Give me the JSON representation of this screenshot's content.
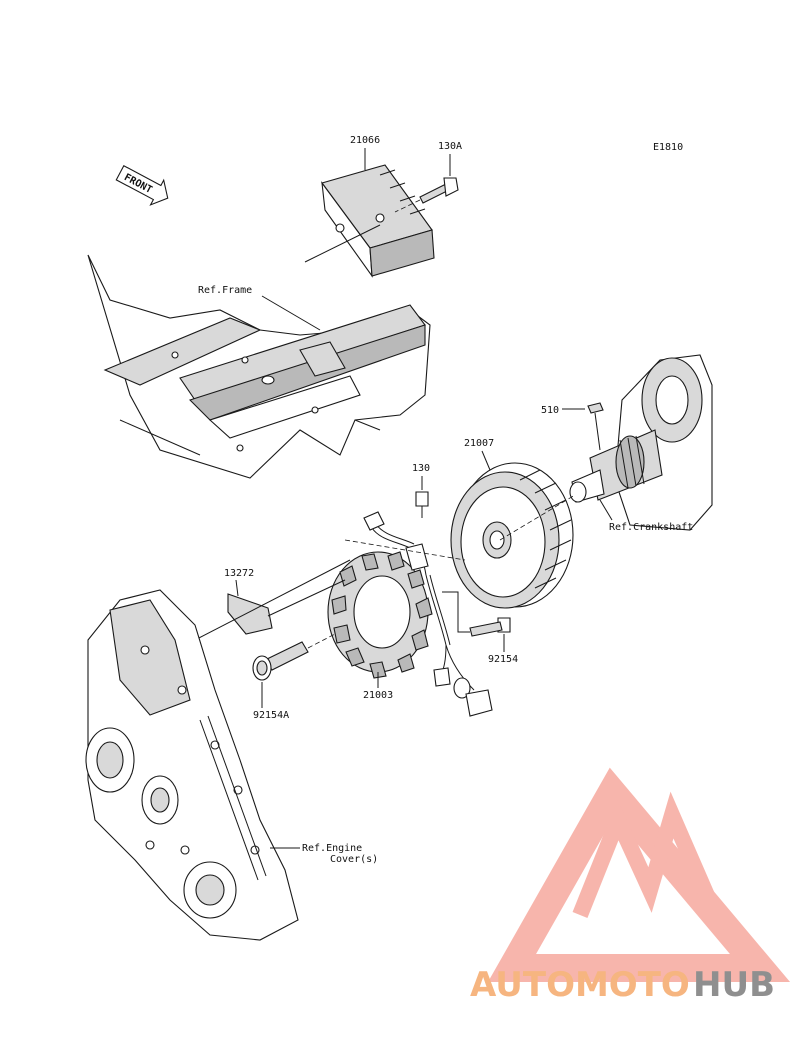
{
  "diagram_code": "E1810",
  "direction_marker": "FRONT",
  "references": {
    "frame": "Ref.Frame",
    "crankshaft": "Ref.Crankshaft",
    "engine_cover_line1": "Ref.Engine",
    "engine_cover_line2": "Cover(s)"
  },
  "parts": {
    "regulator": "21066",
    "regulator_bolt": "130A",
    "key": "510",
    "rotor": "21007",
    "stator_bolt": "130",
    "bracket": "13272",
    "rotor_bolt": "92154",
    "stator": "21003",
    "flange_bolt": "92154A"
  },
  "watermark": {
    "brand_part1": "AUTOMOTO",
    "brand_part2": "HUB",
    "color_light": "#f7b2a8",
    "color_orange": "#f6b27a",
    "color_gray": "#8a8a8a"
  }
}
